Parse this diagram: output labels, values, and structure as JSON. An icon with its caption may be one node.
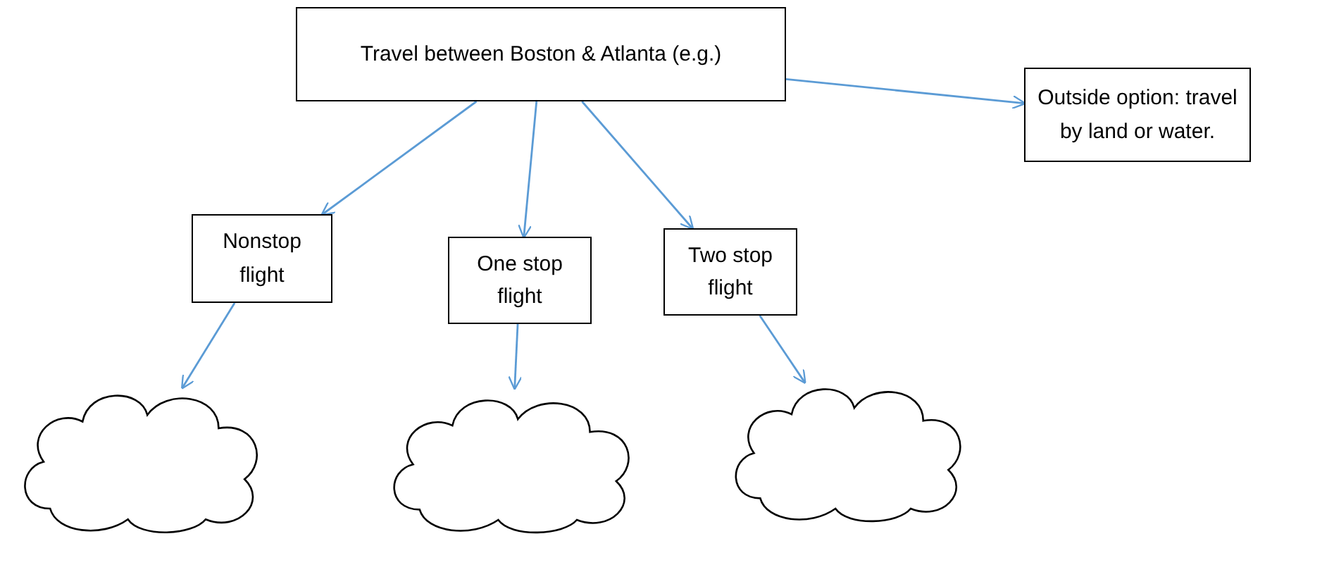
{
  "diagram": {
    "nodes": [
      {
        "text": [
          "Travel between Boston & Atlanta (e.g.)"
        ]
      },
      {
        "text": [
          "Outside option: travel by land or water."
        ]
      },
      {
        "text": [
          "Nonstop flight"
        ]
      },
      {
        "text": [
          "One stop flight"
        ]
      },
      {
        "text": [
          "Two stop flight"
        ]
      },
      {
        "text": [],
        "shape": "cloud"
      },
      {
        "text": [],
        "shape": "cloud"
      },
      {
        "text": [],
        "shape": "cloud"
      }
    ],
    "edges": [
      {
        "from": 0,
        "to": 1,
        "arrow": "to"
      },
      {
        "from": 0,
        "to": 2,
        "arrow": "to"
      },
      {
        "from": 0,
        "to": 3,
        "arrow": "to"
      },
      {
        "from": 0,
        "to": 4,
        "arrow": "to"
      },
      {
        "from": 2,
        "to": 5,
        "arrow": "to"
      },
      {
        "from": 3,
        "to": 6,
        "arrow": "to"
      },
      {
        "from": 4,
        "to": 7,
        "arrow": "to"
      }
    ]
  }
}
